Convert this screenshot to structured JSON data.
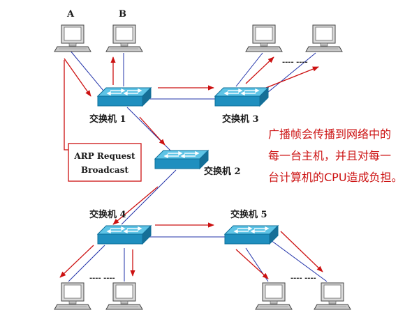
{
  "hosts": [
    {
      "id": "A",
      "label": "A"
    },
    {
      "id": "B",
      "label": "B"
    }
  ],
  "switches": [
    {
      "id": "sw1",
      "label": "交换机 1"
    },
    {
      "id": "sw2",
      "label": "交换机 2"
    },
    {
      "id": "sw3",
      "label": "交换机 3"
    },
    {
      "id": "sw4",
      "label": "交换机 4"
    },
    {
      "id": "sw5",
      "label": "交换机 5"
    }
  ],
  "ellipsis": "---- ----",
  "arp_box": {
    "line1": "ARP Request",
    "line2": "Broadcast"
  },
  "description": {
    "line1": "广播帧会传播到网络中的",
    "line2": "每一台主机，并且对每一",
    "line3": "台计算机的CPU造成负担。"
  },
  "colors": {
    "link": "#2233aa",
    "arrow": "#cc1111",
    "switch_top": "#5ec4e6",
    "switch_side": "#1f8fbf"
  }
}
